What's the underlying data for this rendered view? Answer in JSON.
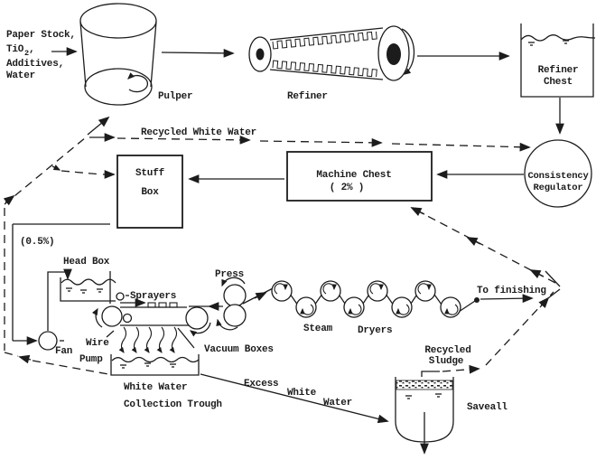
{
  "colors": {
    "ink": "#1c1c1c",
    "paper": "#ffffff"
  },
  "diagram": {
    "feed": {
      "line1": "Paper Stock,",
      "tio_base": "TiO",
      "tio_sub": "2",
      "tio_comma": ",",
      "line3": "Additives,",
      "line4": "Water"
    },
    "pulper": {
      "label": "Pulper"
    },
    "refiner": {
      "label": "Refiner"
    },
    "refiner_chest": {
      "line1": "Refiner",
      "line2": "Chest"
    },
    "recycled_white_water": {
      "label": "Recycled White Water"
    },
    "stuff_box": {
      "line1": "Stuff",
      "line2": "Box"
    },
    "machine_chest": {
      "line1": "Machine Chest",
      "line2": "( 2% )"
    },
    "consistency_regulator": {
      "line1": "Consistency",
      "line2": "Regulator"
    },
    "consistency_low": {
      "label": "(0.5%)"
    },
    "head_box": {
      "label": "Head Box"
    },
    "sprayers": {
      "label": "Sprayers"
    },
    "wire": {
      "label": "Wire"
    },
    "fan_pump": {
      "line1": "Fan",
      "line2": "Pump"
    },
    "vacuum_boxes": {
      "label": "Vacuum Boxes"
    },
    "press": {
      "label": "Press"
    },
    "dryers": {
      "label1": "Steam",
      "label2": "Dryers"
    },
    "to_finishing": {
      "label": "To finishing"
    },
    "trough": {
      "line1": "White Water",
      "line2": "Collection Trough"
    },
    "excess_white_water": {
      "word1": "Excess",
      "word2": "White",
      "word3": "Water"
    },
    "recycled_sludge": {
      "line1": "Recycled",
      "line2": "Sludge"
    },
    "saveall": {
      "label": "Saveall"
    }
  }
}
